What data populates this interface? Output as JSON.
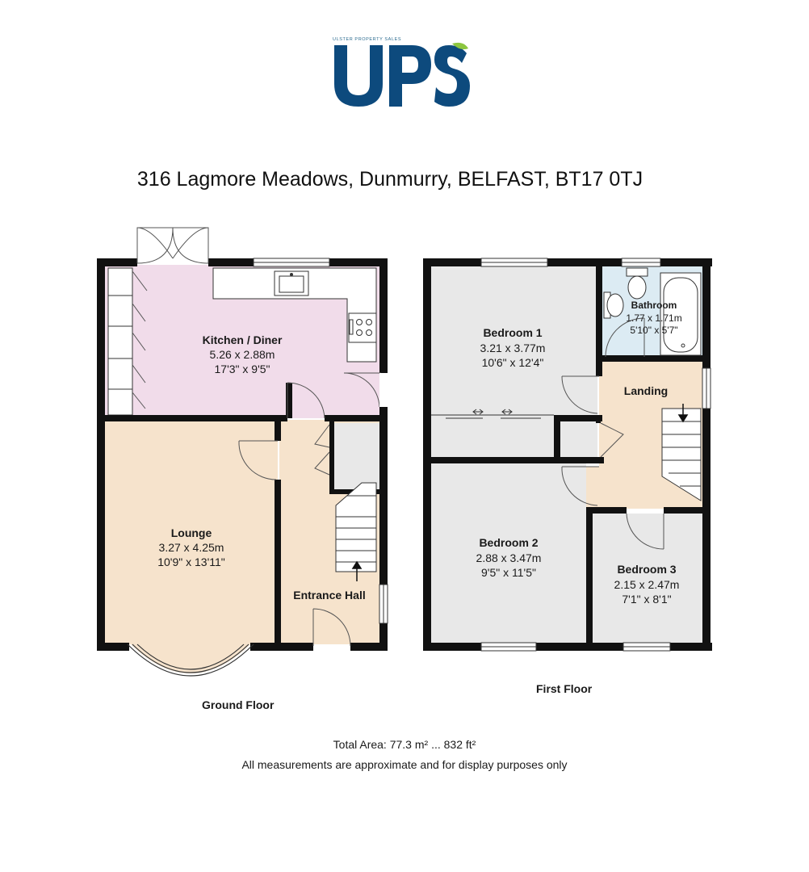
{
  "logo": {
    "tagline": "ULSTER PROPERTY SALES",
    "wordmark": "UPS",
    "colors": {
      "navy": "#0d4a7d",
      "green": "#8cc63f",
      "teal": "#2b6b8f"
    }
  },
  "address": "316 Lagmore Meadows, Dunmurry, BELFAST, BT17 0TJ",
  "ground_floor": {
    "label": "Ground Floor",
    "rooms": {
      "kitchen": {
        "name": "Kitchen / Diner",
        "metric": "5.26 x 2.88m",
        "imperial": "17'3\" x 9'5\"",
        "color": "#f1dcea"
      },
      "lounge": {
        "name": "Lounge",
        "metric": "3.27 x 4.25m",
        "imperial": "10'9\" x 13'11\"",
        "color": "#f6e3cc"
      },
      "hall": {
        "name": "Entrance Hall",
        "color": "#f6e3cc"
      }
    }
  },
  "first_floor": {
    "label": "First Floor",
    "rooms": {
      "bedroom1": {
        "name": "Bedroom 1",
        "metric": "3.21 x 3.77m",
        "imperial": "10'6\" x 12'4\"",
        "color": "#e8e8e8"
      },
      "bathroom": {
        "name": "Bathroom",
        "metric": "1.77 x 1.71m",
        "imperial": "5'10\" x 5'7\"",
        "color": "#dcebf3"
      },
      "landing": {
        "name": "Landing",
        "color": "#f6e3cc"
      },
      "bedroom2": {
        "name": "Bedroom 2",
        "metric": "2.88 x 3.47m",
        "imperial": "9'5\" x 11'5\"",
        "color": "#e8e8e8"
      },
      "bedroom3": {
        "name": "Bedroom 3",
        "metric": "2.15 x 2.47m",
        "imperial": "7'1\" x 8'1\"",
        "color": "#e8e8e8"
      }
    }
  },
  "footer": {
    "total_area": "Total Area: 77.3 m² ... 832 ft²",
    "disclaimer": "All measurements are approximate and for display purposes only"
  }
}
